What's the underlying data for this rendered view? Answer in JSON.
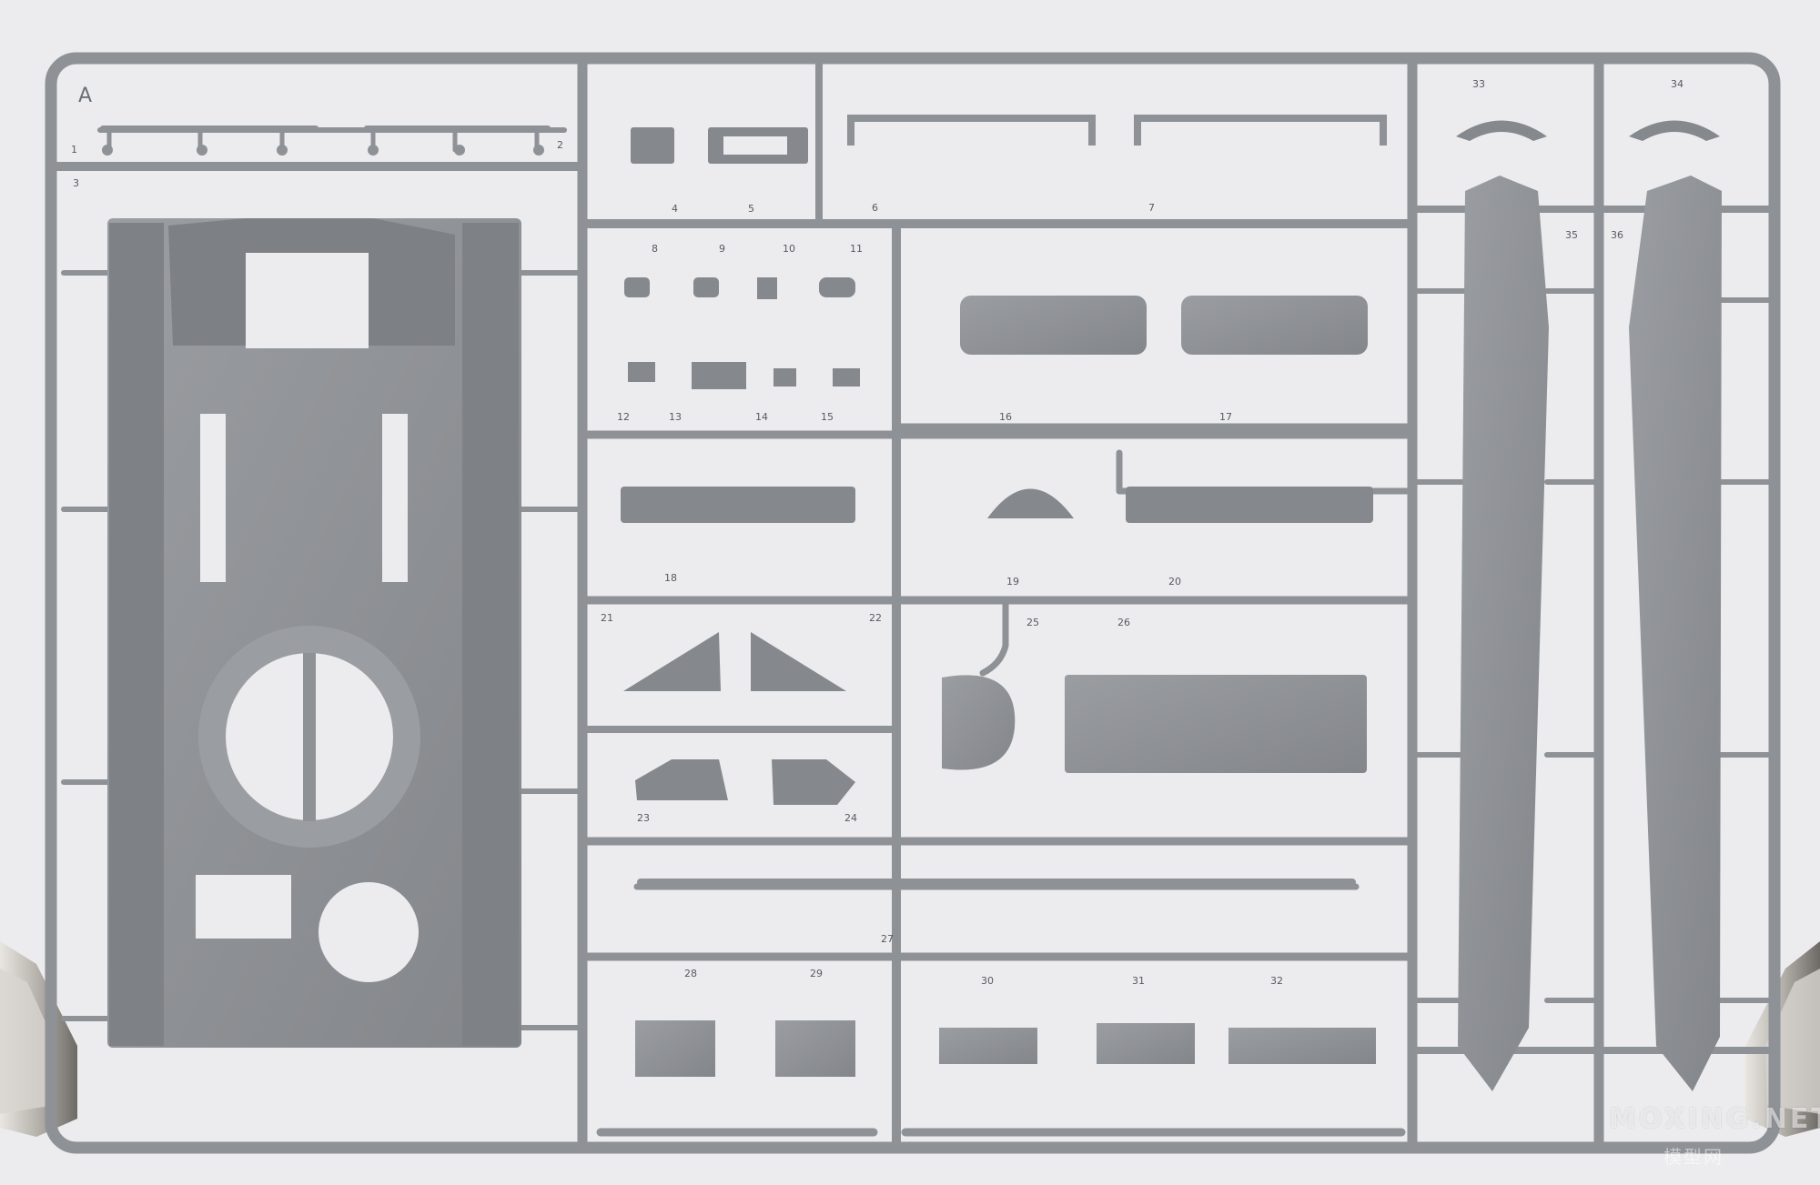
{
  "sprue": {
    "letter": "A",
    "part_numbers": [
      "1",
      "2",
      "3",
      "4",
      "5",
      "6",
      "7",
      "8",
      "9",
      "10",
      "11",
      "12",
      "13",
      "14",
      "15",
      "16",
      "17",
      "18",
      "19",
      "20",
      "21",
      "22",
      "23",
      "24",
      "25",
      "26",
      "27",
      "28",
      "29",
      "30",
      "31",
      "32",
      "33",
      "34",
      "35",
      "36"
    ]
  },
  "watermark": {
    "text": "MOXING.NET",
    "subtext": "模型网"
  },
  "colors": {
    "background": "#ececee",
    "plastic": "#8e9195",
    "plastic_dark": "#6e7175",
    "plastic_light": "#a5a8ac"
  }
}
